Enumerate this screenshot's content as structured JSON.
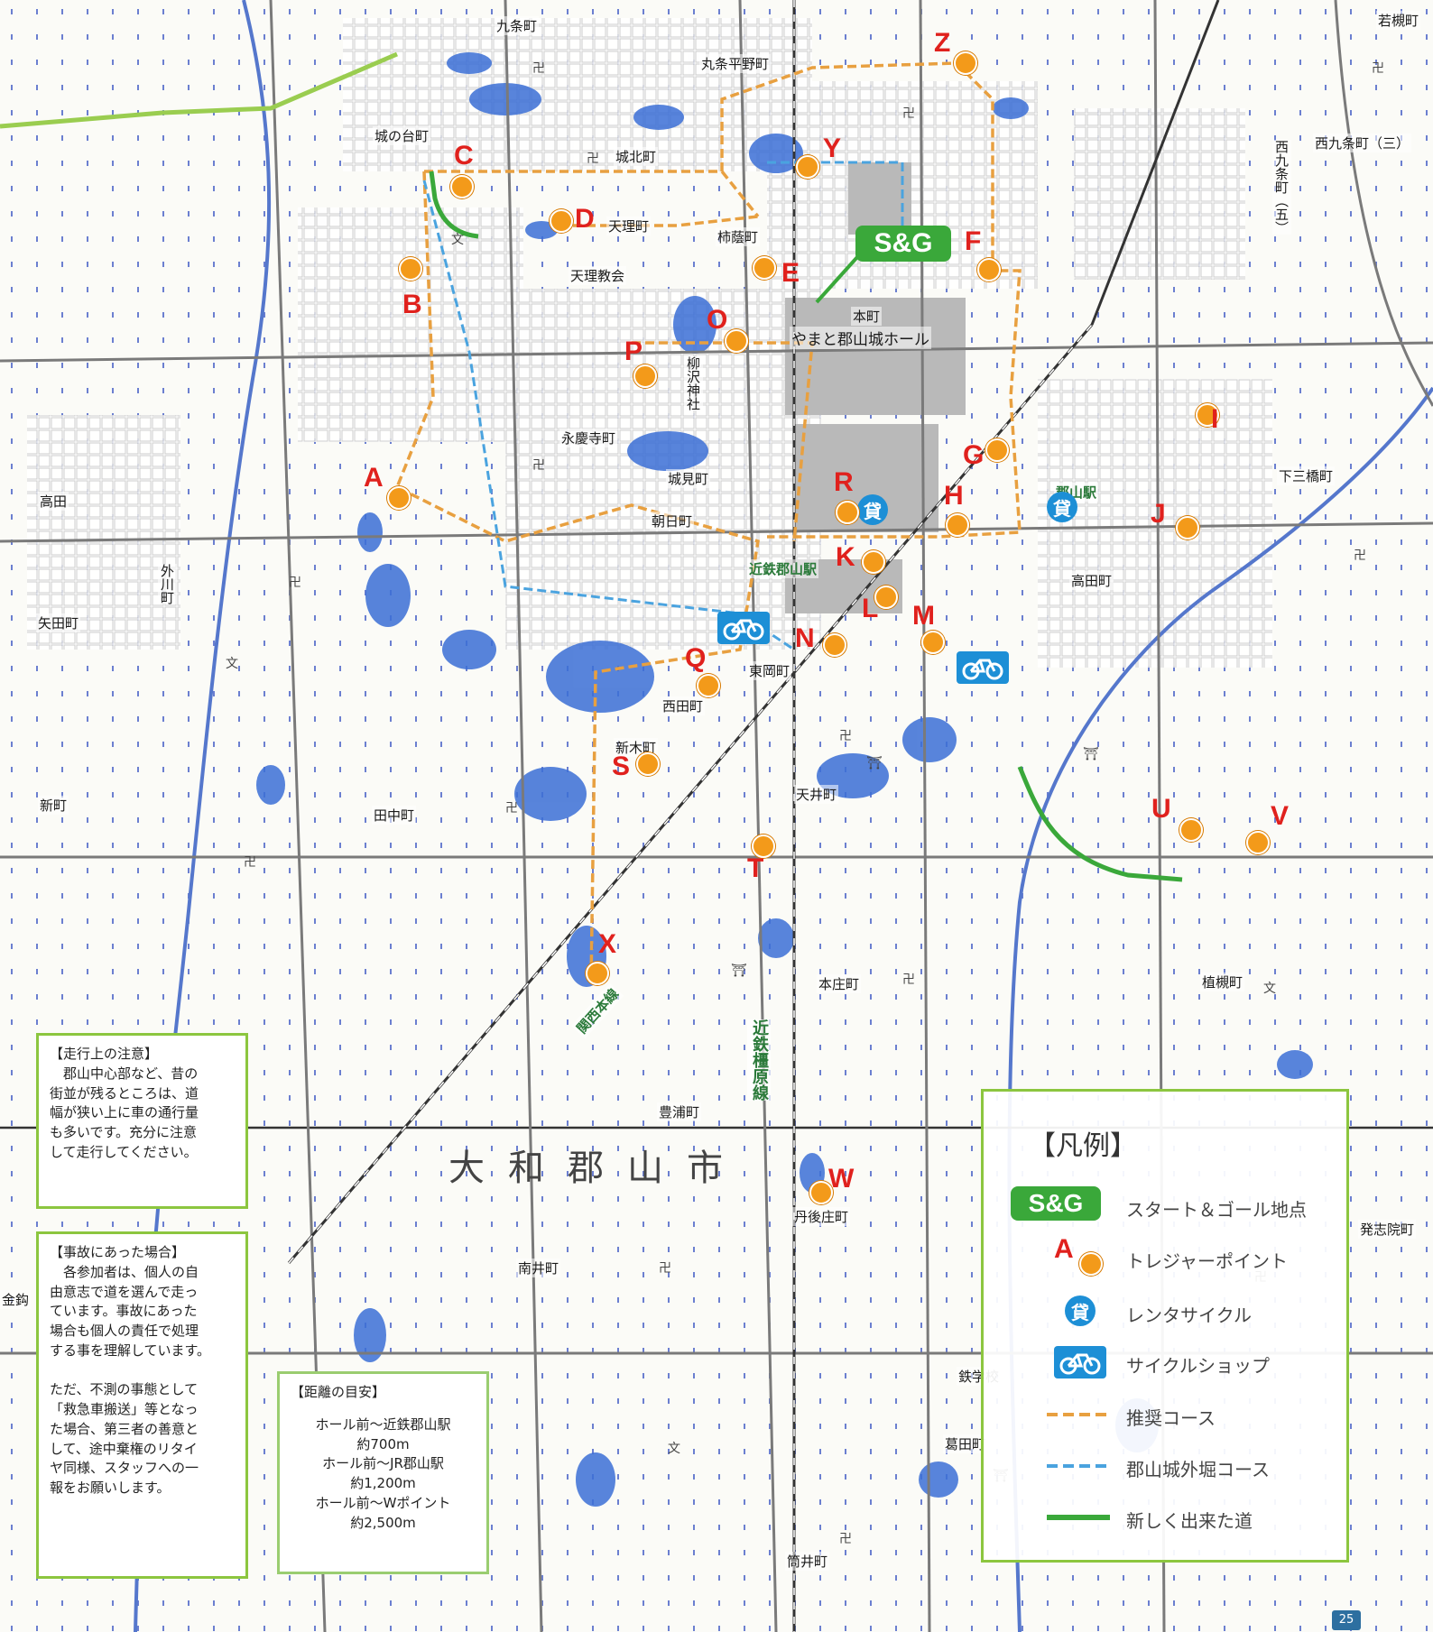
{
  "map": {
    "city_label": "大和郡山市",
    "start_goal_label": "S&G",
    "rental_cycle_glyph": "貸",
    "colors": {
      "treasure_letter": "#e0211d",
      "treasure_dot": "#f39a1a",
      "recommended_course": "#e8a040",
      "moat_course": "#4aa3df",
      "new_road": "#3aa83a",
      "start_goal": "#3aa83a",
      "rental_cycle": "#1d8fd6",
      "cycle_shop": "#1d8fd6",
      "pond": "#3b6fd6",
      "panel_border": "#8cc63f"
    },
    "treasure_points": [
      "Z",
      "Y",
      "C",
      "D",
      "F",
      "E",
      "B",
      "O",
      "P",
      "I",
      "G",
      "A",
      "R",
      "H",
      "J",
      "K",
      "L",
      "M",
      "N",
      "Q",
      "S",
      "U",
      "V",
      "T",
      "X",
      "W"
    ],
    "landmarks": {
      "hall": "やまと郡山城ホール",
      "tenri_church": "天理教会",
      "kintetsu_station": "近鉄郡山駅",
      "kintetsu_line": "近鉄橿原線",
      "jr_line": "関西本線",
      "jr_station": "郡山駅",
      "shrine": "柳沢神社"
    },
    "town_names": {
      "shironodaicho": "城の台町",
      "kujocho": "九条町",
      "marukujohiranocho": "丸条平野町",
      "jokitacho": "城北町",
      "tenricho": "天理町",
      "tokiwacho": "柿蔭町",
      "honmachi": "本町",
      "nagayasujimachi": "永慶寺町",
      "jokencho": "城見町",
      "asahimachi": "朝日町",
      "tanakamachi": "田中町",
      "tenimachi": "天井町",
      "honjocho": "本庄町",
      "nishidacho": "西田町",
      "higashiokacho": "東岡町",
      "atarashikimachi": "新木町",
      "shimosanjocho": "下三橋町",
      "takadamachi": "高田町",
      "takada": "高田",
      "shinmachi": "新町",
      "minamiicho": "南井町",
      "tanjoshocho": "丹後庄町",
      "toyourakacho": "豊浦町",
      "tsutsuicho": "筒井町",
      "jinjocho": "植槻町",
      "kuzutacho": "葛田町",
      "kogakuin": "鉄学校",
      "higashikujocho": "西九条町（三）",
      "higashikyocho": "西九条町（五）",
      "hattamacho": "発志院町",
      "shoushicho": "若槻町",
      "sotokawacho": "外川町",
      "kanakujo": "金鈎",
      "yatacho": "矢田町"
    }
  },
  "notes": {
    "caution_title": "【走行上の注意】",
    "caution_body": "　郡山中心部など、昔の\n街並が残るところは、道\n幅が狭い上に車の通行量\nも多いです。充分に注意\nして走行してください。",
    "accident_title": "【事故にあった場合】",
    "accident_body": "　各参加者は、個人の自\n由意志で道を選んで走っ\nています。事故にあった\n場合も個人の責任で処理\nする事を理解しています。\n\nただ、不測の事態として\n「救急車搬送」等となっ\nた場合、第三者の善意と\nして、途中棄権のリタイ\nヤ同様、スタッフへの一\n報をお願いします。",
    "distance_title": "【距離の目安】",
    "distance_body": "ホール前〜近鉄郡山駅\n約700m\nホール前〜JR郡山駅\n約1,200m\nホール前〜Wポイント\n約2,500m"
  },
  "legend": {
    "title": "【凡例】",
    "items": [
      {
        "label": "スタート＆ゴール地点",
        "icon": "start-goal-icon"
      },
      {
        "label": "トレジャーポイント",
        "icon": "treasure-point-icon",
        "sample_letter": "A"
      },
      {
        "label": "レンタサイクル",
        "icon": "rental-cycle-icon"
      },
      {
        "label": "サイクルショップ",
        "icon": "bicycle-icon"
      },
      {
        "label": "推奨コース",
        "icon": "orange-dashed-line"
      },
      {
        "label": "郡山城外堀コース",
        "icon": "blue-dashed-line"
      },
      {
        "label": "新しく出来た道",
        "icon": "green-line"
      }
    ]
  },
  "page_badge": "25"
}
